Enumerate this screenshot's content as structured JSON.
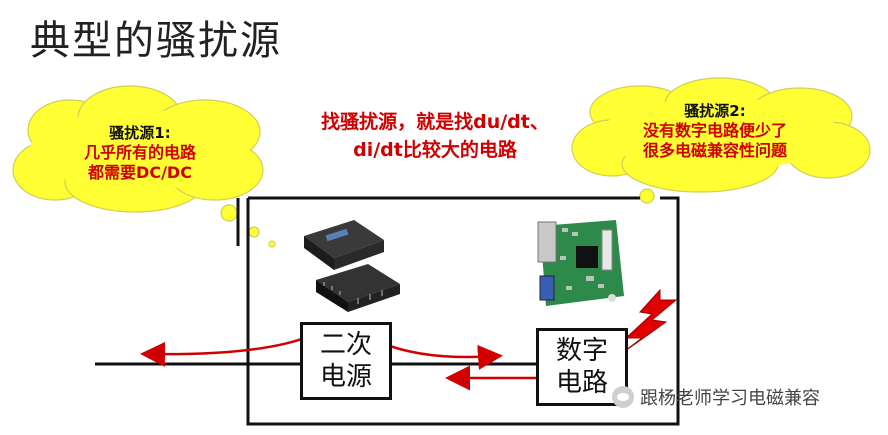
{
  "title": "典型的骚扰源",
  "cloud_left": {
    "heading": "骚扰源1:",
    "lines": [
      "几乎所有的电路",
      "都需要DC/DC"
    ]
  },
  "cloud_right": {
    "heading": "骚扰源2:",
    "lines": [
      "没有数字电路便少了",
      "很多电磁兼容性问题"
    ]
  },
  "center_note": {
    "line1": "找骚扰源，就是找du/dt、",
    "line2": "di/dt比较大的电路"
  },
  "box_power": {
    "line1": "二次",
    "line2": "电源"
  },
  "box_digital": {
    "line1": "数字",
    "line2": "电路"
  },
  "watermark": "跟杨老师学习电磁兼容",
  "colors": {
    "cloud_fill": "#ffff33",
    "accent_red": "#d10000",
    "line": "#111111"
  },
  "icons": [
    "dc-dc-module-photo",
    "circuit-board-photo",
    "lightning-bolt-icon",
    "wechat-icon"
  ]
}
